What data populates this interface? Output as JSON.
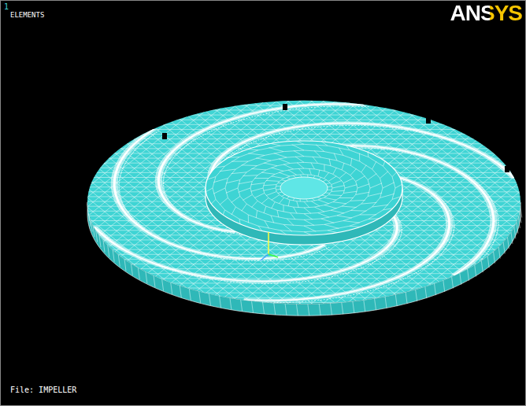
{
  "diagram": {
    "labels": [
      "1",
      "ELEMENTS",
      "ANSYS",
      "File: IMPELLER"
    ]
  }
}
